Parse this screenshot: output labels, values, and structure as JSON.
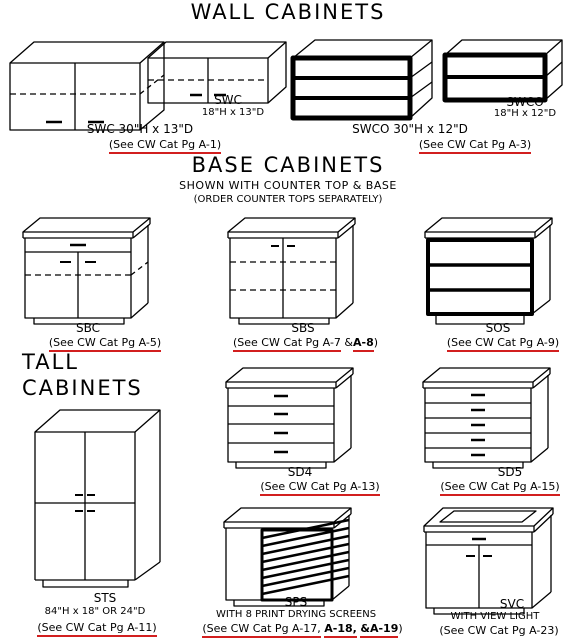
{
  "sections": {
    "wall": "WALL  CABINETS",
    "base": "BASE  CABINETS",
    "base_sub1": "SHOWN WITH COUNTER TOP & BASE",
    "base_sub2": "(ORDER COUNTER TOPS SEPARATELY)",
    "tall_line1": "TALL",
    "tall_line2": "CABINETS"
  },
  "wall": {
    "swc_label": "SWC  30\"H x 13\"D",
    "swc_link": "(See CW Cat Pg A-1)",
    "swc2_name": "SWC",
    "swc2_dims": "18\"H x 13\"D",
    "swco_label": "SWCO  30\"H x 12\"D",
    "swco_link": "(See CW Cat Pg A-3)",
    "swco2_name": "SWCO",
    "swco2_dims": "18\"H x 12\"D"
  },
  "base": {
    "sbc_name": "SBC",
    "sbc_link": "(See CW Cat Pg A-5)",
    "sbs_name": "SBS",
    "sbs_link_a": "(See CW Cat Pg A-7",
    "sbs_amp": "&",
    "sbs_link_b": "A-8",
    "sbs_close": ")",
    "sos_name": "SOS",
    "sos_link": "(See CW Cat Pg A-9)"
  },
  "drawers": {
    "sd4_name": "SD4",
    "sd4_link": "(See CW Cat Pg A-13)",
    "sd5_name": "SD5",
    "sd5_link": "(See CW Cat Pg A-15)"
  },
  "tall": {
    "sts_name": "STS",
    "sts_dims": "84\"H x 18\" OR 24\"D",
    "sts_link": "(See CW Cat Pg A-11)",
    "sps_name": "SPS",
    "sps_desc": "WITH 8 PRINT DRYING SCREENS",
    "sps_link_a": "(See CW Cat Pg A-17,",
    "sps_link_b": "A-18,",
    "sps_link_c": "&A-19",
    "sps_close": ")",
    "svc_name": "SVC",
    "svc_desc": "WITH VIEW LIGHT",
    "svc_link": "(See CW Cat Pg A-23)"
  },
  "colors": {
    "underline": "#d21f1f",
    "line": "#000000"
  }
}
